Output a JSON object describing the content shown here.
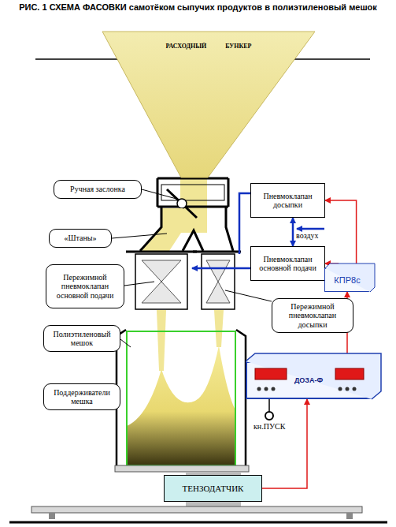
{
  "diagram": {
    "title": "РИС. 1 СХЕМА ФАСОВКИ самотёком сыпучих продуктов в полиэтиленовый мешок",
    "nodes": [
      {
        "text": [
          "РАСХОДНЫЙ БУНКЕР"
        ]
      },
      {
        "text": [
          "Ручная заслонка"
        ]
      },
      {
        "text": [
          "Пневмоклапан досыпки"
        ]
      },
      {
        "text": [
          "«Штаны»"
        ]
      },
      {
        "text": [
          "Пневмоклапан основной подачи"
        ]
      },
      {
        "text": [
          "Пережимной пневмоклапан основной подачи"
        ]
      },
      {
        "text": [
          "КПР8с"
        ]
      },
      {
        "text": [
          "Пережимной пневмоклапан досыпки"
        ]
      },
      {
        "text": [
          "Полиэтиленовый мешок"
        ]
      },
      {
        "text": [
          "ДОЗА-Ф"
        ]
      },
      {
        "text": [
          "Поддерживатели мешка"
        ]
      },
      {
        "text": [
          "ТЕНЗОДАТЧИК"
        ]
      }
    ],
    "edges": [
      {
        "from": 6,
        "to": 2,
        "arrow": "to"
      },
      {
        "from": 6,
        "to": 4,
        "arrow": "to"
      },
      {
        "from": 9,
        "to": 6,
        "arrow": "to"
      },
      {
        "from": 11,
        "to": 9,
        "arrow": "to"
      },
      {
        "from": 2,
        "to": 4,
        "arrow": "both"
      }
    ],
    "labels": [
      "воздух",
      "кн.ПУСК"
    ]
  }
}
